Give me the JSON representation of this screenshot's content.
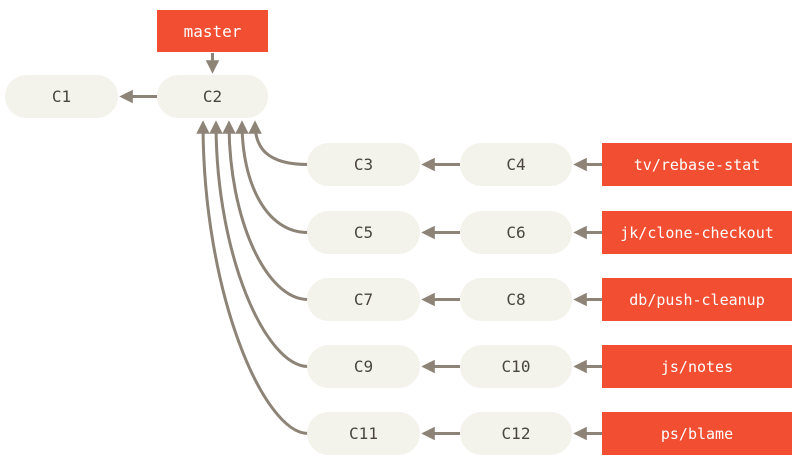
{
  "master_branch": {
    "label": "master"
  },
  "main_line": {
    "c1": "C1",
    "c2": "C2"
  },
  "topic_rows": [
    {
      "first": "C3",
      "second": "C4",
      "branch": "tv/rebase-stat"
    },
    {
      "first": "C5",
      "second": "C6",
      "branch": "jk/clone-checkout"
    },
    {
      "first": "C7",
      "second": "C8",
      "branch": "db/push-cleanup"
    },
    {
      "first": "C9",
      "second": "C10",
      "branch": "js/notes"
    },
    {
      "first": "C11",
      "second": "C12",
      "branch": "ps/blame"
    }
  ],
  "colors": {
    "branch_box": "#f14e32",
    "branch_text": "#ffffff",
    "node_fill": "#f3f2eb",
    "node_text": "#4a463f",
    "arrow": "#8d8377"
  }
}
